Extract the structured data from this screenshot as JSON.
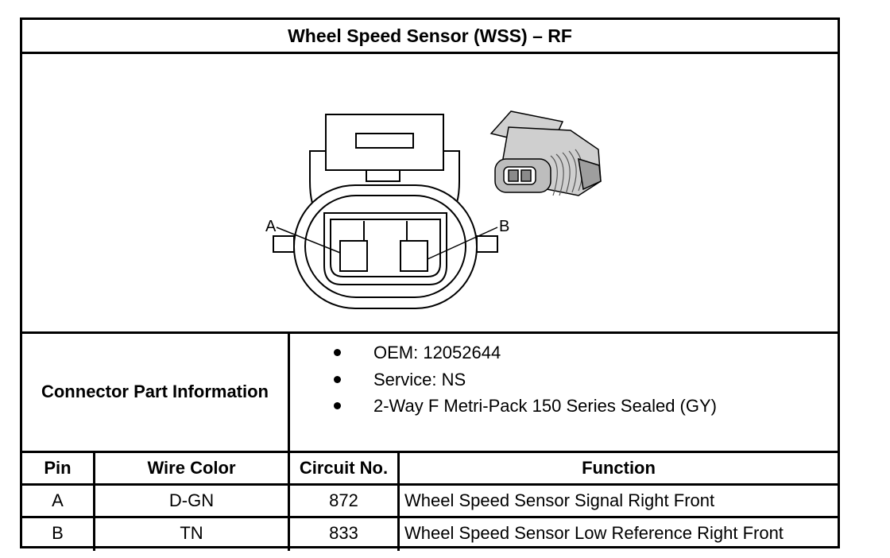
{
  "title": "Wheel Speed Sensor (WSS) – RF",
  "diagram": {
    "pin_labels": [
      "A",
      "B"
    ],
    "photo_icon": "connector-photo-icon"
  },
  "connector_info": {
    "label": "Connector Part Information",
    "items": [
      "OEM: 12052644",
      "Service: NS",
      "2-Way F Metri-Pack 150 Series Sealed (GY)"
    ]
  },
  "table": {
    "headers": {
      "pin": "Pin",
      "wire_color": "Wire Color",
      "circuit": "Circuit No.",
      "function": "Function"
    },
    "rows": [
      {
        "pin": "A",
        "wire_color": "D-GN",
        "circuit": "872",
        "function": "Wheel Speed Sensor Signal Right Front"
      },
      {
        "pin": "B",
        "wire_color": "TN",
        "circuit": "833",
        "function": "Wheel Speed Sensor Low Reference Right Front"
      }
    ]
  }
}
